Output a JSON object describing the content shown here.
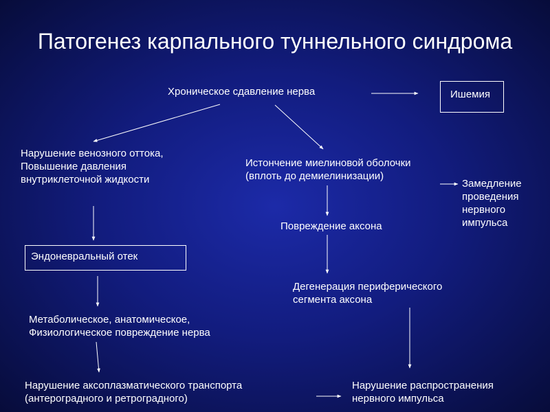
{
  "title": "Патогенез карпального туннельного синдрома",
  "nodes": {
    "chronic_compression": "Хроническое сдавление нерва",
    "ischemia": "Ишемия",
    "venous_outflow": "Нарушение венозного оттока,\nПовышение давления\n внутриклеточной жидкости",
    "myelin_thinning": "Истончение миелиновой оболочки\n(вплоть до демиелинизации)",
    "conduction_slowing": "Замедление\nпроведения\nнервного\nимпульса",
    "axon_damage": "Повреждение аксона",
    "endoneural_edema": "Эндоневральный отек",
    "degeneration": "Дегенерация периферического\nсегмента аксона",
    "metabolic_damage": "Метаболическое, анатомическое,\nФизиологическое повреждение нерва",
    "axoplasmic_transport": "Нарушение аксоплазматического транспорта\n(антероградного и ретроградного)",
    "impulse_spread": "Нарушение распространения\nнервного импульса"
  },
  "colors": {
    "background": "#121c7e",
    "text": "#ffffff",
    "line": "#ffffff"
  }
}
